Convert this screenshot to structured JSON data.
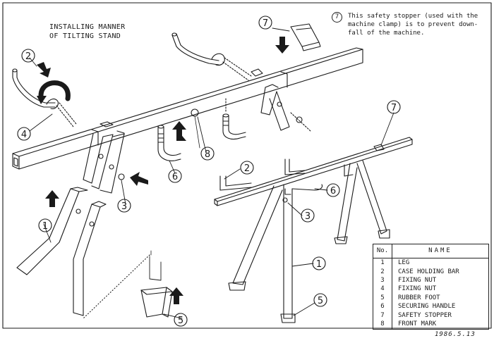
{
  "title": {
    "line1": "INSTALLING MANNER",
    "line2": "OF TILTING STAND"
  },
  "note": {
    "number": "7",
    "text": "This safety stopper (used with the\nmachine clamp) is to prevent down-\nfall of the machine."
  },
  "callouts": [
    "1",
    "2",
    "3",
    "4",
    "5",
    "6",
    "7",
    "8"
  ],
  "parts_table": {
    "header_no": "No.",
    "header_name": "NAME",
    "rows": [
      {
        "no": "1",
        "name": "LEG"
      },
      {
        "no": "2",
        "name": "CASE HOLDING BAR"
      },
      {
        "no": "3",
        "name": "FIXING NUT"
      },
      {
        "no": "4",
        "name": "FIXING NUT"
      },
      {
        "no": "5",
        "name": "RUBBER FOOT"
      },
      {
        "no": "6",
        "name": "SECURING HANDLE"
      },
      {
        "no": "7",
        "name": "SAFETY STOPPER"
      },
      {
        "no": "8",
        "name": "FRONT MARK"
      }
    ]
  },
  "date": "1986.5.13",
  "colors": {
    "ink": "#1a1a1a",
    "paper": "#ffffff"
  }
}
